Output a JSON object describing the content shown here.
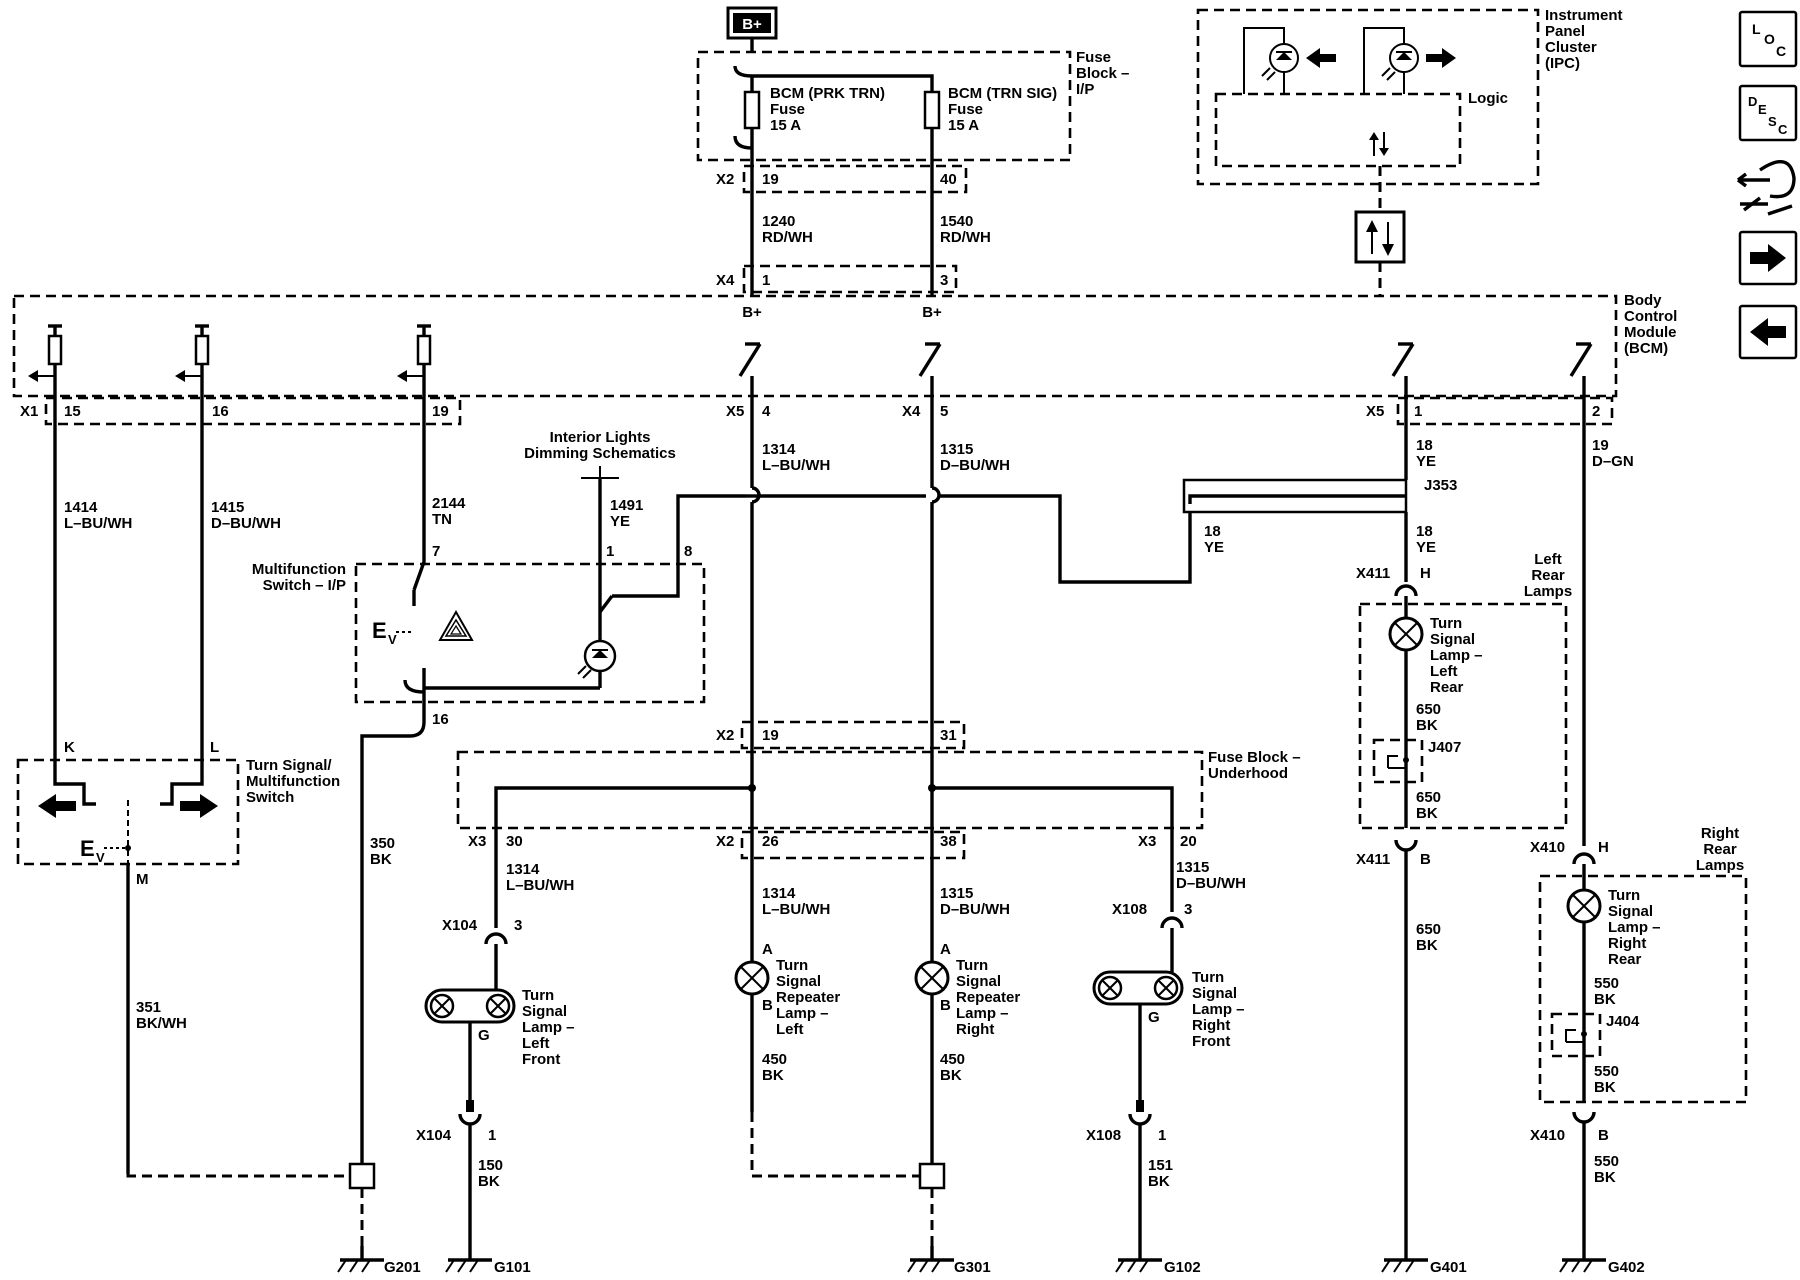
{
  "top": {
    "bplus": "B+",
    "fuse_block_ip": [
      "Fuse",
      "Block –",
      "I/P"
    ],
    "fuse1": [
      "BCM (PRK TRN)",
      "Fuse",
      "15 A"
    ],
    "fuse2": [
      "BCM (TRN SIG)",
      "Fuse",
      "15 A"
    ],
    "x2": "X2",
    "x2_pin1": "19",
    "x2_pin2": "40",
    "wire1240": [
      "1240",
      "RD/WH"
    ],
    "wire1540": [
      "1540",
      "RD/WH"
    ],
    "x4": "X4",
    "x4_pin1": "1",
    "x4_pin2": "3"
  },
  "ipc": {
    "label": [
      "Instrument",
      "Panel",
      "Cluster",
      "(IPC)"
    ],
    "logic": "Logic"
  },
  "bcm": {
    "label": [
      "Body",
      "Control",
      "Module",
      "(BCM)"
    ],
    "bplus1": "B+",
    "bplus2": "B+",
    "x1": "X1",
    "x1_pins": [
      "15",
      "16",
      "19"
    ],
    "x5": "X5",
    "x5_pin": "4",
    "x4": "X4",
    "x4_pin": "5",
    "x5b": "X5",
    "x5b_pins": [
      "1",
      "2"
    ]
  },
  "wires": {
    "w1414": [
      "1414",
      "L–BU/WH"
    ],
    "w1415": [
      "1415",
      "D–BU/WH"
    ],
    "w2144": [
      "2144",
      "TN"
    ],
    "w1491": [
      "1491",
      "YE"
    ],
    "w1314a": [
      "1314",
      "L–BU/WH"
    ],
    "w1315a": [
      "1315",
      "D–BU/WH"
    ],
    "w18a": [
      "18",
      "YE"
    ],
    "w18b": [
      "18",
      "YE"
    ],
    "w18c": [
      "18",
      "YE"
    ],
    "w19": [
      "19",
      "D–GN"
    ],
    "w350": [
      "350",
      "BK"
    ],
    "w351": [
      "351",
      "BK/WH"
    ],
    "w1314b": [
      "1314",
      "L–BU/WH"
    ],
    "w1314c": [
      "1314",
      "L–BU/WH"
    ],
    "w1315b": [
      "1315",
      "D–BU/WH"
    ],
    "w1315c": [
      "1315",
      "D–BU/WH"
    ],
    "w450a": [
      "450",
      "BK"
    ],
    "w450b": [
      "450",
      "BK"
    ],
    "w150": [
      "150",
      "BK"
    ],
    "w151": [
      "151",
      "BK"
    ],
    "w650a": [
      "650",
      "BK"
    ],
    "w650b": [
      "650",
      "BK"
    ],
    "w650c": [
      "650",
      "BK"
    ],
    "w550a": [
      "550",
      "BK"
    ],
    "w550b": [
      "550",
      "BK"
    ],
    "w550c": [
      "550",
      "BK"
    ]
  },
  "mfs": {
    "label": [
      "Multifunction",
      "Switch – I/P"
    ],
    "pin7": "7",
    "pin1": "1",
    "pin8": "8",
    "pin16": "16",
    "ev": "E",
    "ev_sub": "V"
  },
  "dimming": [
    "Interior Lights",
    "Dimming Schematics"
  ],
  "tsms": {
    "label": [
      "Turn Signal/",
      "Multifunction",
      "Switch"
    ],
    "pin_k": "K",
    "pin_l": "L",
    "pin_m": "M",
    "ev": "E",
    "ev_sub": "V"
  },
  "fbu": {
    "label": [
      "Fuse Block –",
      "Underhood"
    ],
    "x2": "X2",
    "x2_pin1": "19",
    "x2_pin2": "31",
    "x3a": "X3",
    "x3a_pin": "30",
    "x2b": "X2",
    "x2b_pin1": "26",
    "x2b_pin2": "38",
    "x3b": "X3",
    "x3b_pin": "20"
  },
  "front": {
    "x104": "X104",
    "x104_pin": "3",
    "x104b": "X104",
    "x104b_pin": "1",
    "left_lamp": [
      "Turn",
      "Signal",
      "Lamp –",
      "Left",
      "Front"
    ],
    "left_g": "G",
    "x108": "X108",
    "x108_pin": "3",
    "x108b": "X108",
    "x108b_pin": "1",
    "right_lamp": [
      "Turn",
      "Signal",
      "Lamp –",
      "Right",
      "Front"
    ],
    "right_g": "G"
  },
  "repeater": {
    "left": [
      "Turn",
      "Signal",
      "Repeater",
      "Lamp –",
      "Left"
    ],
    "right": [
      "Turn",
      "Signal",
      "Repeater",
      "Lamp –",
      "Right"
    ],
    "pin_a": "A",
    "pin_b": "B"
  },
  "rear": {
    "j353": "J353",
    "x411": "X411",
    "x411_pin": "H",
    "x411b": "X411",
    "x411b_pin": "B",
    "left_group": [
      "Left",
      "Rear",
      "Lamps"
    ],
    "left_lamp": [
      "Turn",
      "Signal",
      "Lamp –",
      "Left",
      "Rear"
    ],
    "j407": "J407",
    "x410": "X410",
    "x410_pin": "H",
    "x410b": "X410",
    "x410b_pin": "B",
    "right_group": [
      "Right",
      "Rear",
      "Lamps"
    ],
    "right_lamp": [
      "Turn",
      "Signal",
      "Lamp –",
      "Right",
      "Rear"
    ],
    "j404": "J404"
  },
  "grounds": {
    "g201": "G201",
    "g101": "G101",
    "g301": "G301",
    "g102": "G102",
    "g401": "G401",
    "g402": "G402"
  },
  "nav": {
    "loc": [
      "L",
      "O",
      "C"
    ],
    "desc": [
      "D",
      "E",
      "S",
      "C"
    ]
  }
}
